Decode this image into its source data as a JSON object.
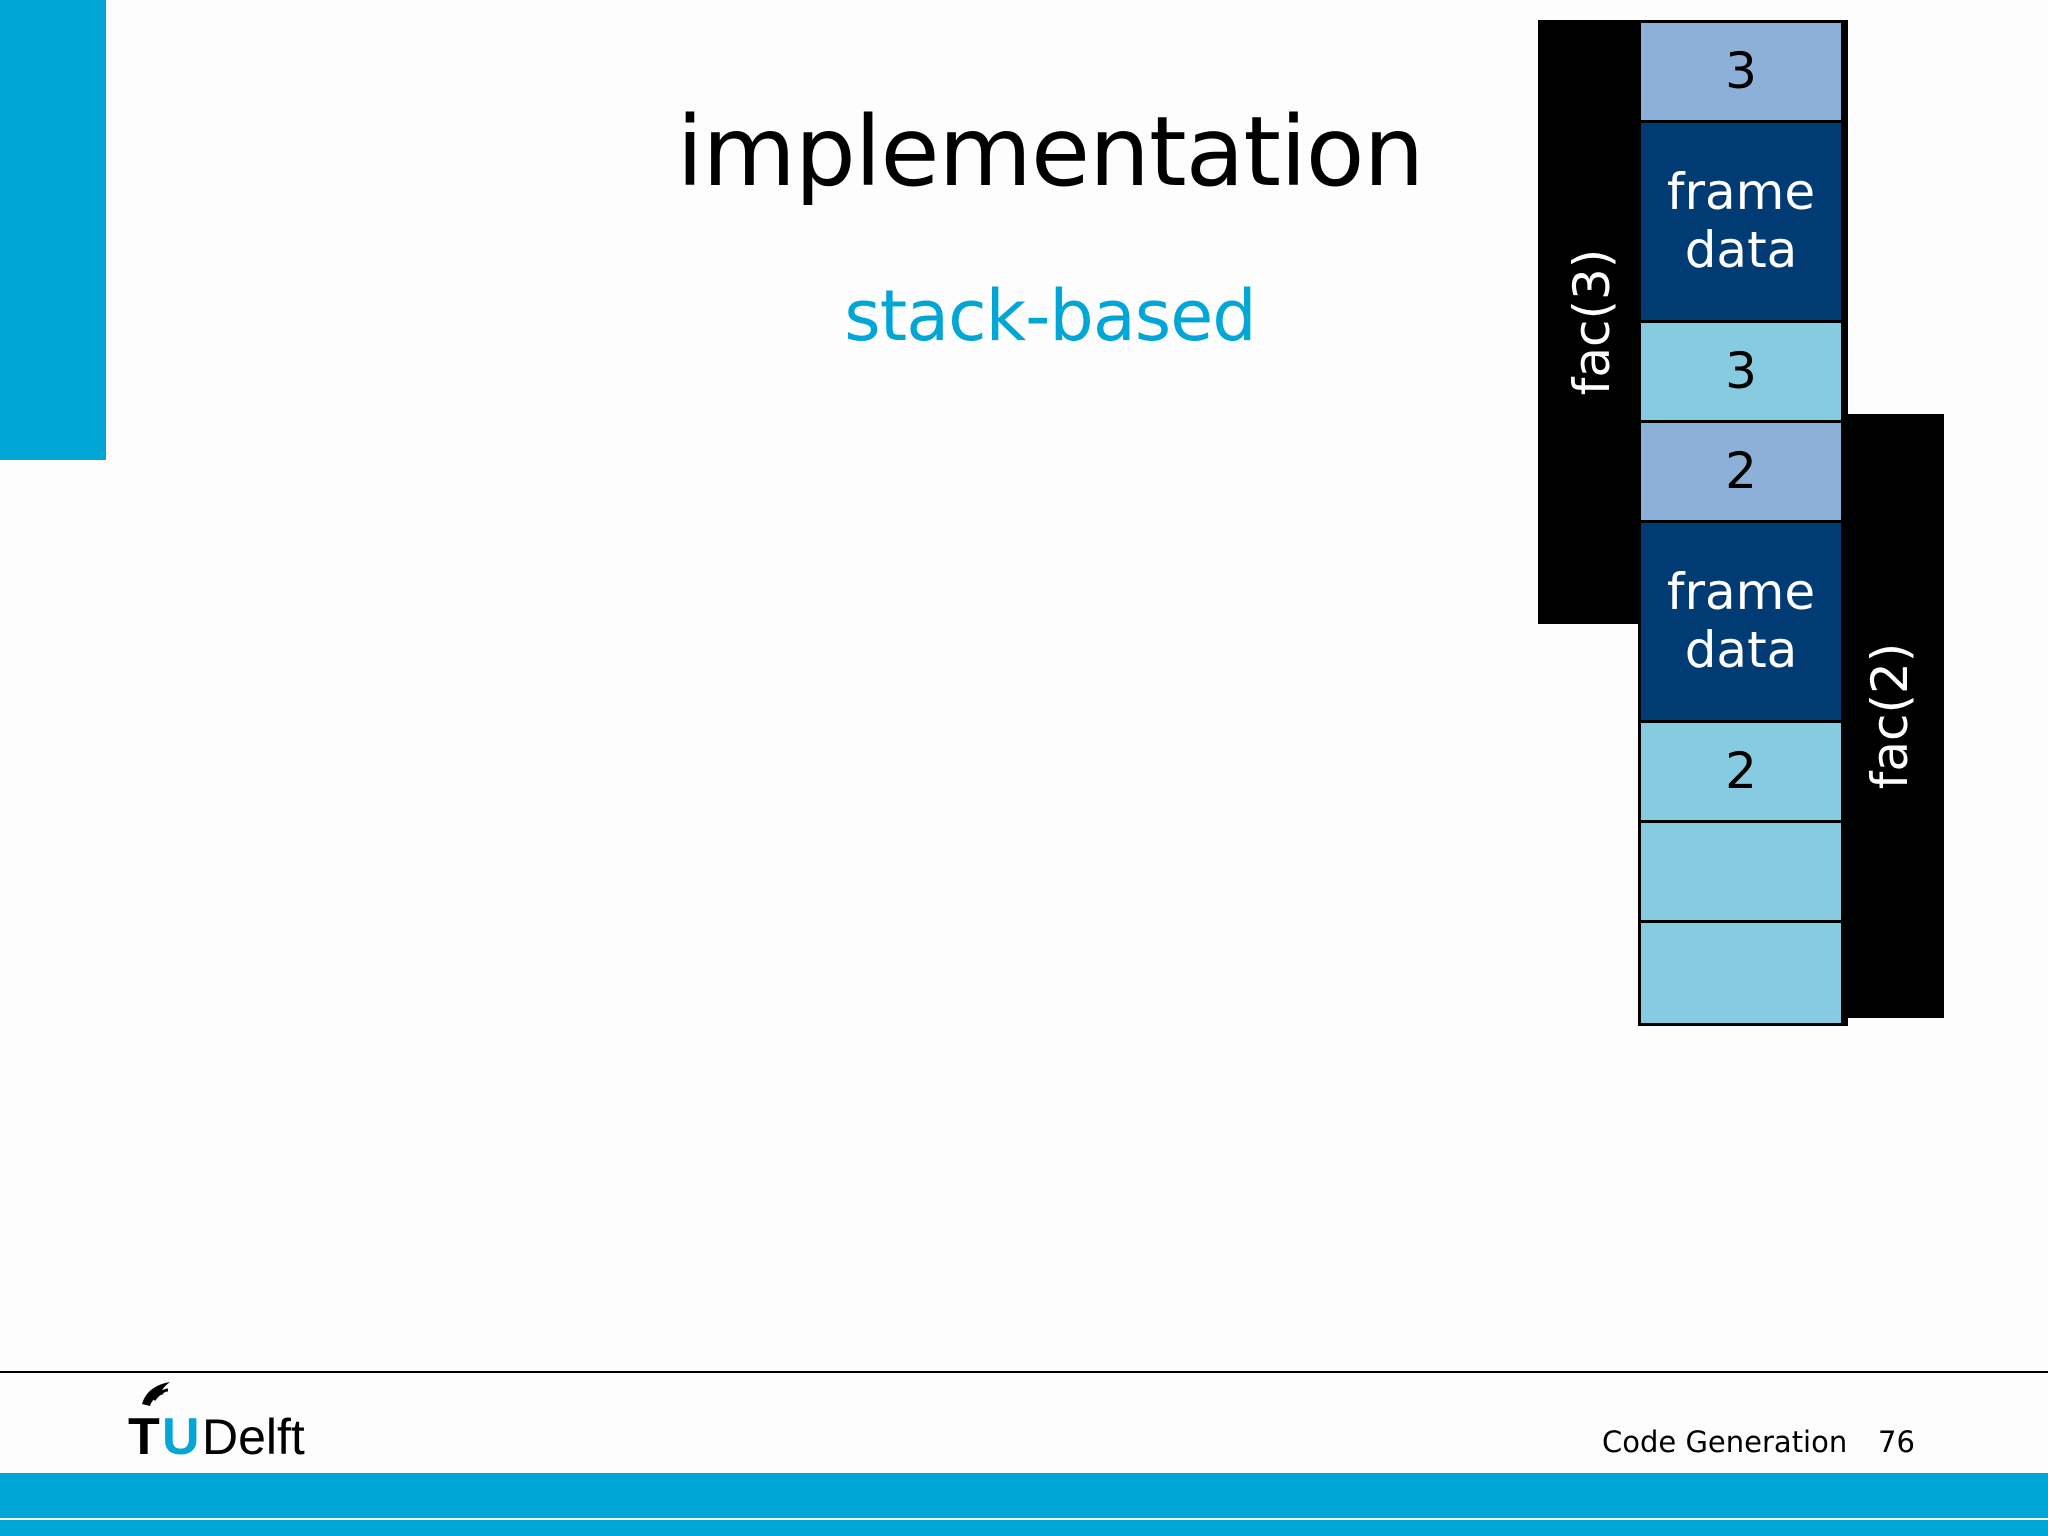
{
  "slide": {
    "title": "implementation",
    "subtitle": "stack-based"
  },
  "frames": [
    {
      "label": "fac(3)"
    },
    {
      "label": "fac(2)"
    }
  ],
  "stack_cells": [
    {
      "kind": "param",
      "text": "3"
    },
    {
      "kind": "frame",
      "text": "frame\ndata"
    },
    {
      "kind": "local",
      "text": "3"
    },
    {
      "kind": "param",
      "text": "2"
    },
    {
      "kind": "frame",
      "text": "frame\ndata"
    },
    {
      "kind": "local",
      "text": "2"
    },
    {
      "kind": "local",
      "text": ""
    },
    {
      "kind": "local",
      "text": ""
    }
  ],
  "footer": {
    "logo_text": "TUDelft",
    "course": "Code Generation",
    "page": "76"
  },
  "colors": {
    "accent": "#00a6d6",
    "param_cell": "#8db0d9",
    "frame_cell": "#003b73",
    "local_cell": "#87cbe0"
  }
}
